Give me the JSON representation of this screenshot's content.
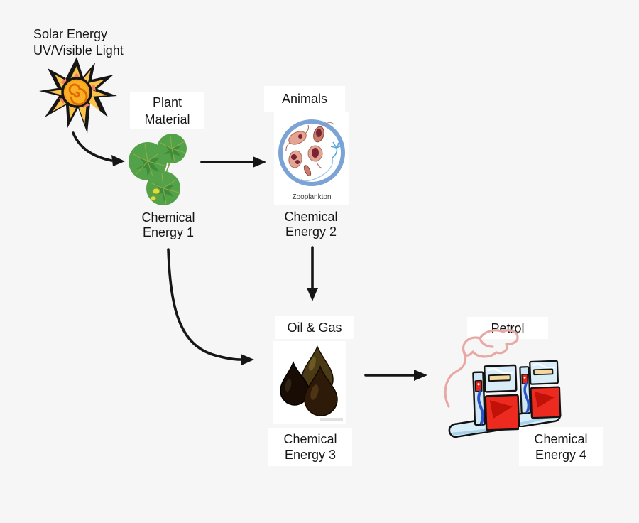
{
  "solar": {
    "line1": "Solar Energy",
    "line2": "UV/Visible Light"
  },
  "plant": {
    "box_line1": "Plant",
    "box_line2": "Material",
    "energy_line1": "Chemical",
    "energy_line2": "Energy 1"
  },
  "animals": {
    "box_label": "Animals",
    "caption": "Zooplankton",
    "energy_line1": "Chemical",
    "energy_line2": "Energy 2"
  },
  "oil_gas": {
    "box_label": "Oil & Gas",
    "energy_line1": "Chemical",
    "energy_line2": "Energy 3"
  },
  "petrol": {
    "box_label": "Petrol",
    "energy_line1": "Chemical",
    "energy_line2": "Energy 4"
  },
  "icons": [
    "sun-icon",
    "plant-image",
    "zooplankton-image",
    "oil-drops-image",
    "petrol-pumps-image",
    "arrow-sun-to-plant",
    "arrow-plant-to-animals",
    "arrow-plant-to-oil",
    "arrow-animals-to-oil",
    "arrow-oil-to-petrol"
  ],
  "colors": {
    "background": "#f6f6f6",
    "text": "#161616",
    "box_background": "#ffffff",
    "arrow": "#161616",
    "sun_center": "#F9A11B",
    "sun_ray_yellow": "#FBC34A",
    "sun_ray_salmon": "#EF8368",
    "leaf_green": "#53A24A",
    "leaf_dark_green": "#3E8C3B",
    "zooplankton_circle_blue": "#7BA3D6",
    "zooplankton_pink": "#E3A493",
    "zooplankton_maroon": "#7A2433",
    "oil_dark_brown": "#1E1106",
    "oil_olive_brown": "#4A3A16",
    "pump_red": "#ED2A1F",
    "pump_light_blue": "#D9EDF9",
    "pump_screen_cream": "#F2D9A0",
    "hose_blue": "#2B52C8",
    "nozzle_outline_pink": "#E8A8A3"
  }
}
